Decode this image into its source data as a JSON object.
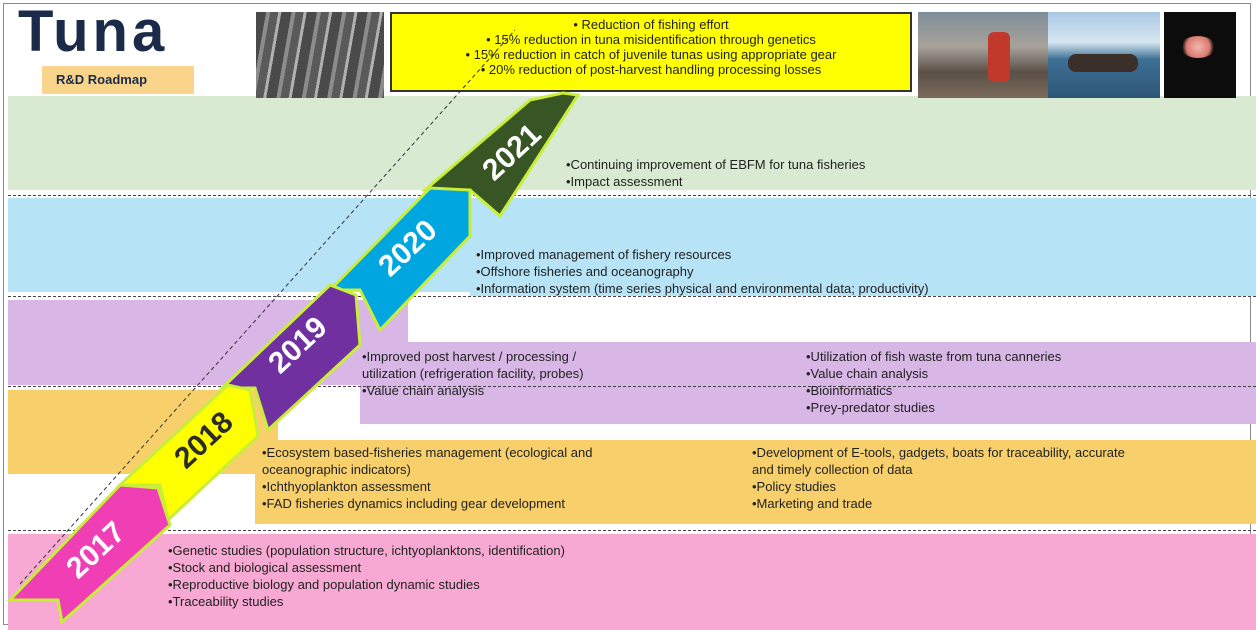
{
  "header": {
    "title": "Tuna",
    "subtitle": "R&D Roadmap"
  },
  "goals": [
    "• Reduction of fishing effort",
    "• 15% reduction in tuna misidentification through genetics",
    "• 15% reduction in catch of juvenile tunas using appropriate gear",
    "• 20% reduction of post-harvest handling processing losses"
  ],
  "years": [
    "2017",
    "2018",
    "2019",
    "2020",
    "2021"
  ],
  "rows": {
    "r2021": {
      "col1": [
        "•Continuing improvement of EBFM for tuna fisheries",
        "•Impact assessment"
      ]
    },
    "r2020": {
      "col1": [
        "•Improved management of fishery resources",
        "•Offshore fisheries and oceanography",
        "•Information system (time series physical and environmental data; productivity)"
      ]
    },
    "r2019": {
      "col1": [
        "•Improved post harvest / processing /",
        "utilization (refrigeration facility, probes)",
        "•Value chain analysis"
      ],
      "col2": [
        "•Utilization of fish waste from tuna canneries",
        "•Value chain analysis",
        "•Bioinformatics",
        "•Prey-predator studies"
      ]
    },
    "r2018": {
      "col1": [
        "•Ecosystem based-fisheries management (ecological and",
        "oceanographic indicators)",
        "•Ichthyoplankton assessment",
        "•FAD fisheries dynamics including gear development"
      ],
      "col2": [
        "•Development of E-tools, gadgets, boats for traceability, accurate",
        "and timely collection of data",
        "•Policy studies",
        "•Marketing and trade"
      ]
    },
    "r2017": {
      "col1": [
        "•Genetic studies (population structure, ichtyoplanktons, identification)",
        "•Stock and biological assessment",
        "•Reproductive biology and population dynamic studies",
        "•Traceability studies"
      ]
    }
  },
  "colors": {
    "green_band": "#d9ead3",
    "blue_band": "#b6e3f6",
    "purple_band": "#d8b6e6",
    "orange_band": "#f7d06c",
    "pink_band": "#f7a8d3",
    "y2017": "#f03fb5",
    "y2018": "#ffff00",
    "y2019": "#7030a0",
    "y2020": "#00a6e0",
    "y2021": "#375623",
    "goals_box": "#ffff00"
  }
}
